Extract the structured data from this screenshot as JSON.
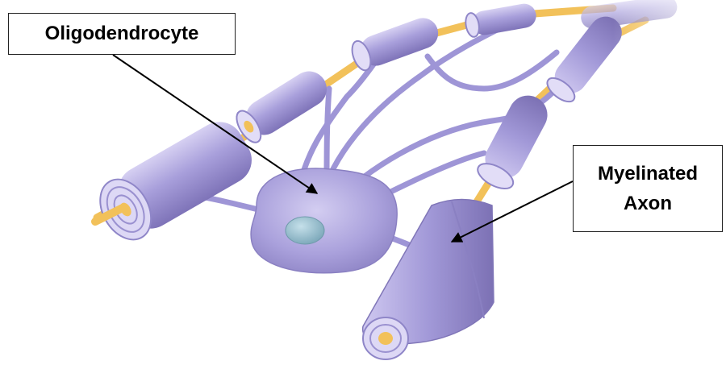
{
  "labels": {
    "oligodendrocyte": "Oligodendrocyte",
    "myelinated_axon_line1": "Myelinated",
    "myelinated_axon_line2": "Axon"
  },
  "colors": {
    "myelin": "#a49bd6",
    "myelin_light": "#cdc7ee",
    "myelin_dark": "#7d72b6",
    "axon": "#f2c15a",
    "nucleus": "#8fb7c6",
    "arrow": "#000000"
  }
}
